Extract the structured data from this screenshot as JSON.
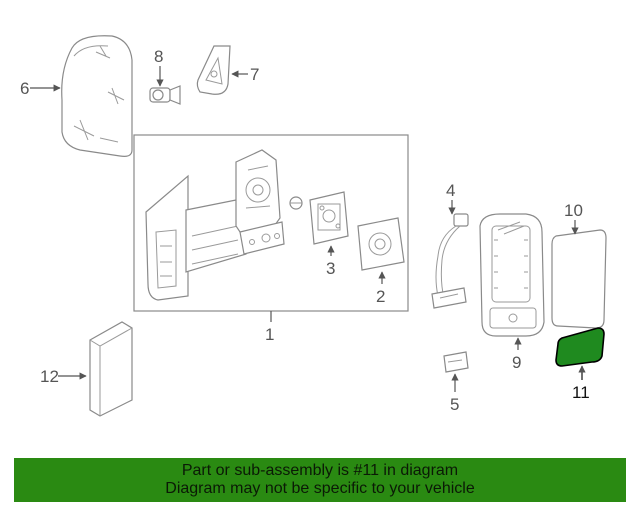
{
  "diagram": {
    "highlighted_part": "11",
    "highlight_color": "#1f8a1f",
    "callouts": {
      "c1": "1",
      "c2": "2",
      "c3": "3",
      "c4": "4",
      "c5": "5",
      "c6": "6",
      "c7": "7",
      "c8": "8",
      "c9": "9",
      "c10": "10",
      "c11": "11",
      "c12": "12"
    }
  },
  "banner": {
    "background": "#2a8a12",
    "line1": "Part or sub-assembly is #11 in diagram",
    "line2": "Diagram may not be specific to your vehicle"
  }
}
